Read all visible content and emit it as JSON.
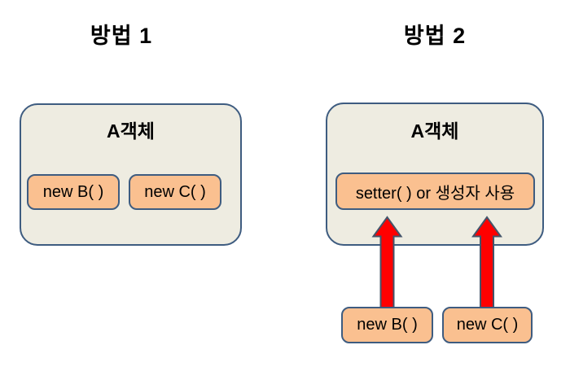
{
  "colors": {
    "page_background": "#ffffff",
    "container_fill": "#eeece1",
    "outline": "#3e5c80",
    "box_fill": "#fac090",
    "arrow_fill": "#ff0000",
    "arrow_outline": "#44546a",
    "text": "#000000"
  },
  "method1": {
    "title": "방법 1",
    "container_label": "A객체",
    "boxes": [
      {
        "label": "new B( )"
      },
      {
        "label": "new C( )"
      }
    ]
  },
  "method2": {
    "title": "방법 2",
    "container_label": "A객체",
    "setter_box_label": "setter( ) or 생성자 사용",
    "boxes": [
      {
        "label": "new B( )"
      },
      {
        "label": "new C( )"
      }
    ],
    "arrow_icons": [
      {
        "name": "up-arrow-icon"
      },
      {
        "name": "up-arrow-icon"
      }
    ]
  }
}
